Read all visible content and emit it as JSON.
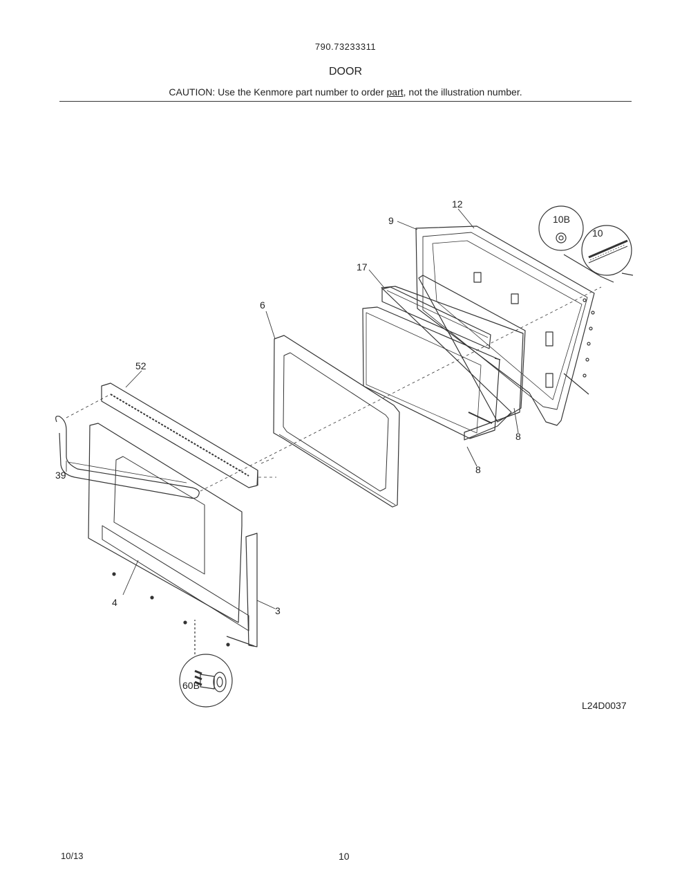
{
  "header": {
    "model_number": "790.73233311",
    "section_title": "DOOR",
    "caution_before": "CAUTION: Use the Kenmore part number to order ",
    "caution_link": "part",
    "caution_after": ", not the illustration number."
  },
  "callouts": {
    "c12": "12",
    "c9": "9",
    "c10B": "10B",
    "c10": "10",
    "c17": "17",
    "c6": "6",
    "c52": "52",
    "c39": "39",
    "c8a": "8",
    "c8b": "8",
    "c4": "4",
    "c3": "3",
    "c60B": "60B"
  },
  "figure_code": "L24D0037",
  "footer": {
    "date": "10/13",
    "page": "10"
  }
}
